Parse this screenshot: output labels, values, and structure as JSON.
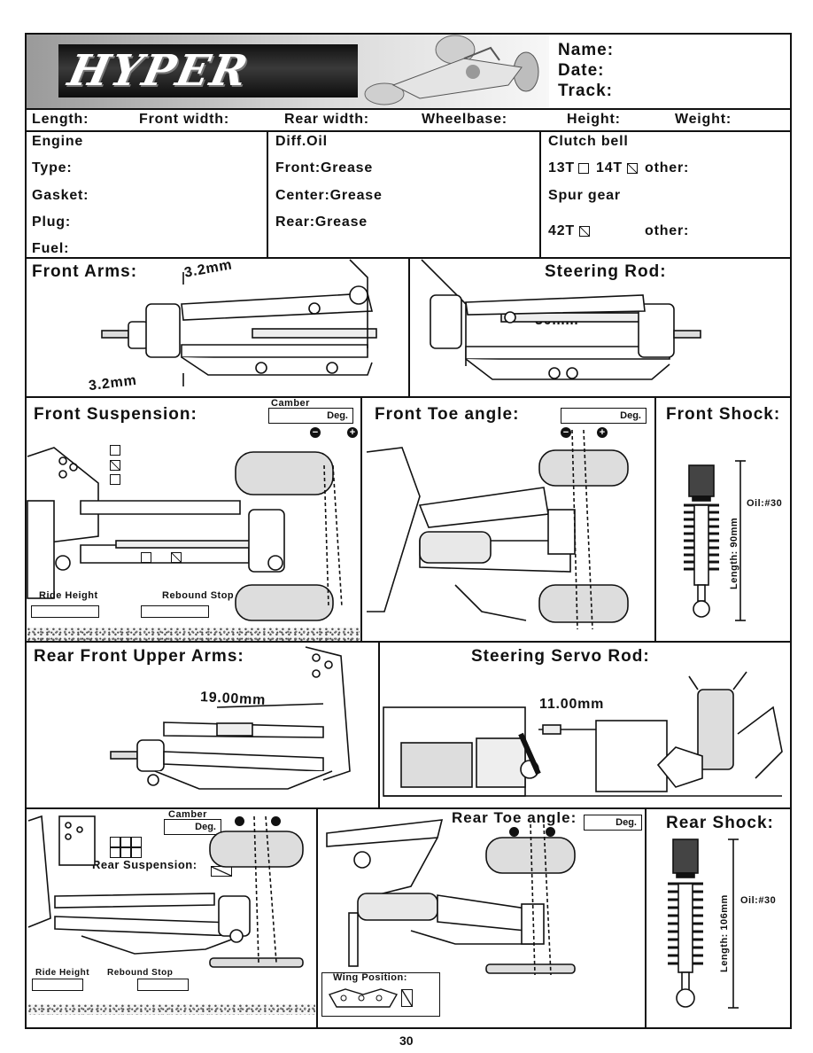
{
  "header": {
    "logo_text": "HYPER",
    "name_label": "Name:",
    "date_label": "Date:",
    "track_label": "Track:"
  },
  "dimensions_row": {
    "length": "Length:",
    "front_width": "Front width:",
    "rear_width": "Rear width:",
    "wheelbase": "Wheelbase:",
    "height": "Height:",
    "weight": "Weight:"
  },
  "engine": {
    "title": "Engine",
    "type": "Type:",
    "gasket": "Gasket:",
    "plug": "Plug:",
    "fuel": "Fuel:"
  },
  "diff_oil": {
    "title": "Diff.Oil",
    "front": "Front:Grease",
    "center": "Center:Grease",
    "rear": "Rear:Grease"
  },
  "clutch": {
    "title": "Clutch bell",
    "opt_13": "13T",
    "opt_14": "14T",
    "other1": "other:",
    "spur_title": "Spur gear",
    "opt_42": "42T",
    "other2": "other:"
  },
  "front_arms": {
    "title": "Front  Arms:",
    "dim_top": "3.2mm",
    "dim_bottom": "3.2mm"
  },
  "steering_rod": {
    "title": "Steering Rod:",
    "dim": "30mm"
  },
  "front_suspension": {
    "title": "Front Suspension:",
    "camber_label": "Camber",
    "deg": "Deg.",
    "minus": "−",
    "plus": "+",
    "ride_height": "Ride Height",
    "rebound_stop": "Rebound Stop"
  },
  "front_toe": {
    "title": "Front Toe angle:",
    "deg": "Deg.",
    "minus": "−",
    "plus": "+"
  },
  "front_shock": {
    "title": "Front Shock:",
    "oil": "Oil:#30",
    "length": "Length: 90mm"
  },
  "rear_upper_arms": {
    "title": "Rear Front Upper Arms:",
    "dim": "19.00mm"
  },
  "steering_servo_rod": {
    "title": "Steering Servo Rod:",
    "dim": "11.00mm"
  },
  "rear_suspension": {
    "title": "Rear Suspension:",
    "camber_label": "Camber",
    "deg": "Deg.",
    "ride_height": "Ride Height",
    "rebound_stop": "Rebound Stop"
  },
  "rear_toe": {
    "title": "Rear Toe angle:",
    "deg": "Deg.",
    "wing_position": "Wing Position:"
  },
  "rear_shock": {
    "title": "Rear Shock:",
    "oil": "Oil:#30",
    "length": "Length: 106mm"
  },
  "page_number": "30",
  "colors": {
    "ink": "#111111",
    "logo_bg": "#2a2a2a",
    "paper": "#ffffff"
  },
  "icons": [
    "car-photo",
    "camber-minus-icon",
    "camber-plus-icon"
  ]
}
